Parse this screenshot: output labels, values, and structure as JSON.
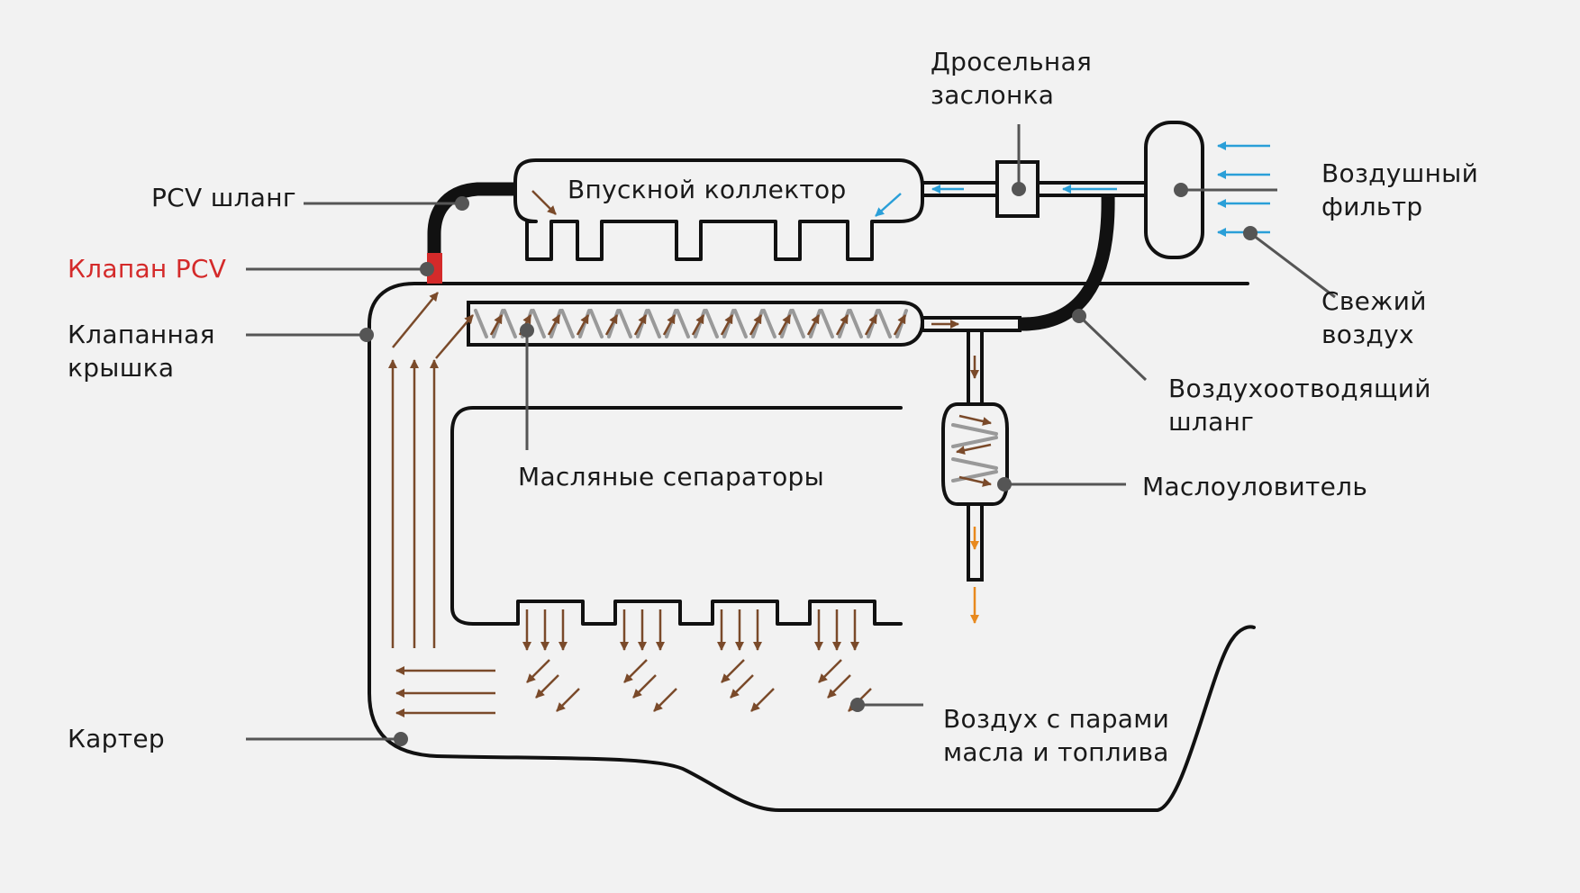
{
  "colors": {
    "background": "#f2f2f2",
    "outline": "#111111",
    "leader": "#555555",
    "valve": "#d42a2a",
    "fresh_air": "#2a9fd8",
    "gas_flow": "#7a4a2a",
    "oil_drip": "#e8891e",
    "separator_plate": "#999999"
  },
  "labels": {
    "pcv_hose": "PCV шланг",
    "pcv_valve": "Клапан PCV",
    "valve_cover": [
      "Клапанная",
      "крышка"
    ],
    "crankcase": "Картер",
    "intake_manifold": "Впускной коллектор",
    "throttle": [
      "Дросельная",
      "заслонка"
    ],
    "air_filter": [
      "Воздушный",
      "фильтр"
    ],
    "fresh_air": [
      "Свежий",
      "воздух"
    ],
    "breather_hose": [
      "Воздухоотводящий",
      "шланг"
    ],
    "oil_separators": "Масляные сепараторы",
    "oil_catcher": "Маслоуловитель",
    "blowby_gases": [
      "Воздух с парами",
      "масла и топлива"
    ]
  }
}
